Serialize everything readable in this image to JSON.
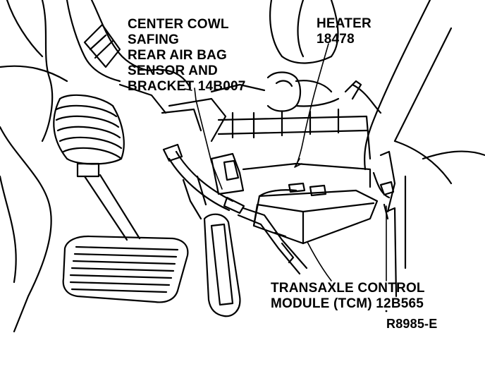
{
  "labels": {
    "cowl_sensor": [
      "CENTER COWL",
      "SAFING",
      "REAR AIR BAG",
      "SENSOR AND",
      "BRACKET 14B007"
    ],
    "heater": [
      "HEATER",
      "18478"
    ],
    "tcm": [
      "TRANSAXLE CONTROL",
      "MODULE (TCM) 12B565"
    ],
    "figure_ref": "R8985-E"
  },
  "colors": {
    "ink": "#000000",
    "paper": "#ffffff"
  }
}
